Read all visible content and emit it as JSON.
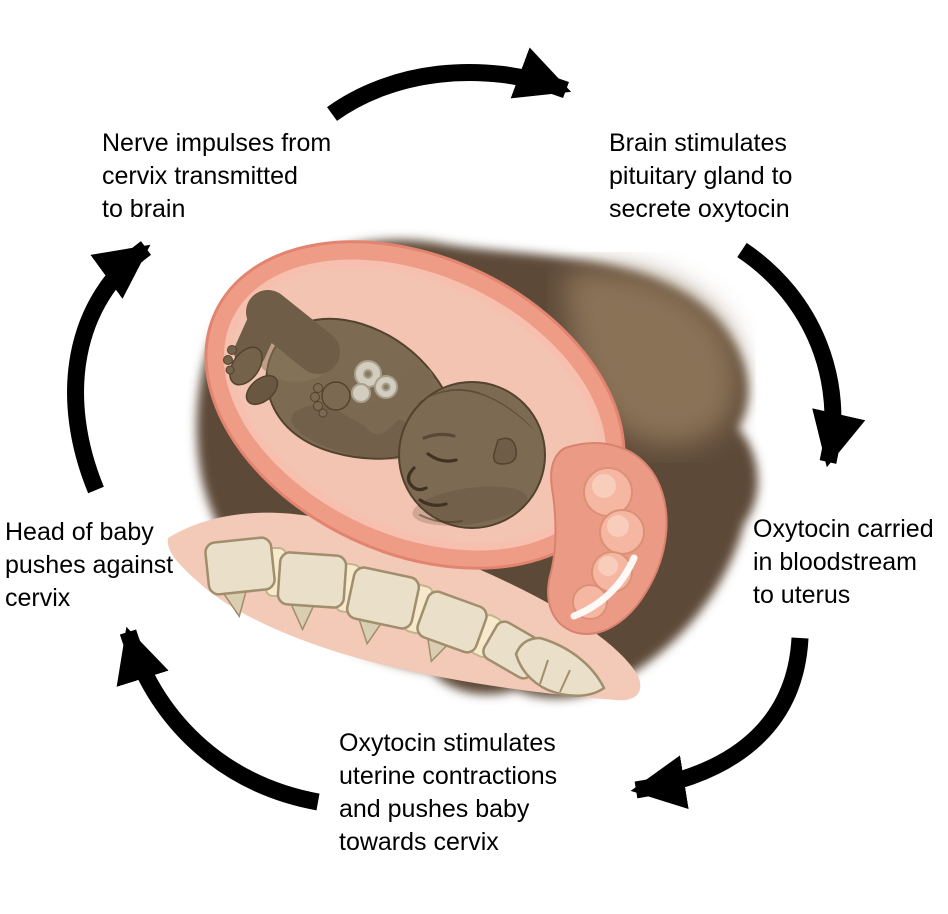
{
  "diagram": {
    "kind": "cycle-diagram",
    "labels": {
      "nerve_impulses": "Nerve impulses from\ncervix transmitted\nto brain",
      "brain_stimulates": "Brain stimulates\npituitary gland to\nsecrete oxytocin",
      "oxytocin_carried": "Oxytocin carried\nin bloodstream\nto uterus",
      "oxytocin_stimulates": "Oxytocin stimulates\nuterine contractions\nand pushes baby\ntowards cervix",
      "head_of_baby": "Head of baby\npushes against\ncervix"
    },
    "colors": {
      "background": "#ffffff",
      "text": "#000000",
      "arrow": "#000000",
      "body_dark": "#5d4937",
      "body_light": "#8a7257",
      "uterus_wall": "#ee9c86",
      "uterus_lining": "#f6bfae",
      "amniotic": "#f4c4b2",
      "fetus_skin": "#7d6a53",
      "fetus_shadow": "#5f4e39",
      "skin_band": "#f3cab7",
      "spine_bone": "#eae0ca",
      "spine_disc": "#f6e9cc",
      "bone_outline": "#a08e6c",
      "canal_pink": "#eb9b85",
      "canal_fold": "#f5b7a2"
    }
  }
}
